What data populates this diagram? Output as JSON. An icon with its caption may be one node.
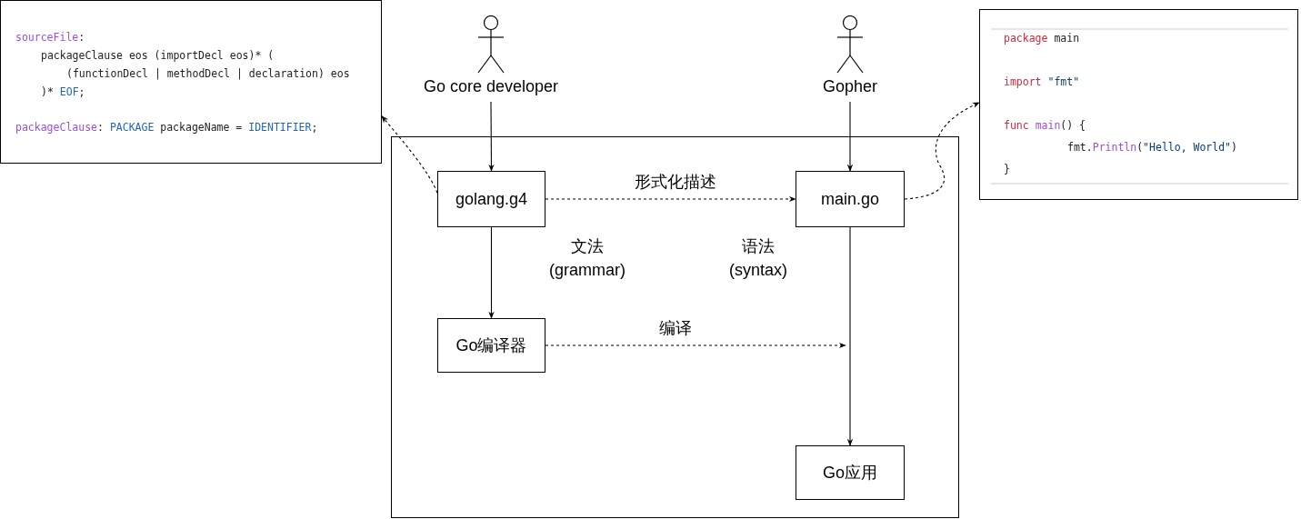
{
  "diagram": {
    "nodes": [
      {
        "text": [
          "sourceFile:",
          "packageClause eos (importDecl eos)* (",
          "(functionDecl | methodDecl | declaration) eos",
          ")* EOF;",
          "packageClause: PACKAGE packageName = IDENTIFIER;"
        ]
      },
      {
        "text": [
          "package main",
          "import \"fmt\"",
          "func main() {",
          "fmt.Println(\"Hello, World\")",
          "}"
        ]
      },
      {
        "text": [
          "Go core developer"
        ]
      },
      {
        "text": [
          "Gopher"
        ]
      },
      {
        "text": [],
        "shape": "box"
      },
      {
        "text": [
          "golang.g4"
        ],
        "in": 4
      },
      {
        "text": [
          "main.go"
        ],
        "in": 4
      },
      {
        "text": [
          "Go编译器"
        ],
        "in": 4
      },
      {
        "text": [
          "Go应用"
        ],
        "in": 4
      }
    ],
    "edges": [
      {
        "from": 2,
        "to": 5,
        "arrow": "to"
      },
      {
        "from": 3,
        "to": 6,
        "arrow": "to"
      },
      {
        "from": 5,
        "to": 0,
        "arrow": "to",
        "style": "dashed"
      },
      {
        "from": 6,
        "to": 1,
        "arrow": "to",
        "style": "dashed"
      },
      {
        "from": 5,
        "to": 6,
        "arrow": "to",
        "style": "dashed",
        "label": "形式化描述"
      },
      {
        "from": 5,
        "to": 7,
        "arrow": "to",
        "label": "文法 (grammar)"
      },
      {
        "from": 6,
        "to": 8,
        "arrow": "to",
        "label": "语法 (syntax)"
      },
      {
        "from": 7,
        "to": null,
        "arrow": "to",
        "style": "dashed",
        "label": "编译"
      }
    ]
  }
}
